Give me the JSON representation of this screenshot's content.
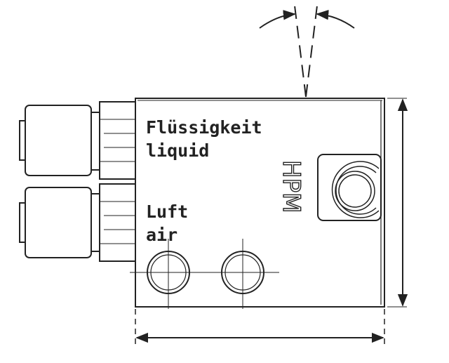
{
  "labels": {
    "liquid_de": "Flüssigkeit",
    "liquid_en": "liquid",
    "air_de": "Luft",
    "air_en": "air"
  },
  "logo": {
    "text": "HPM"
  },
  "colors": {
    "line": "#222222",
    "background": "#ffffff"
  }
}
